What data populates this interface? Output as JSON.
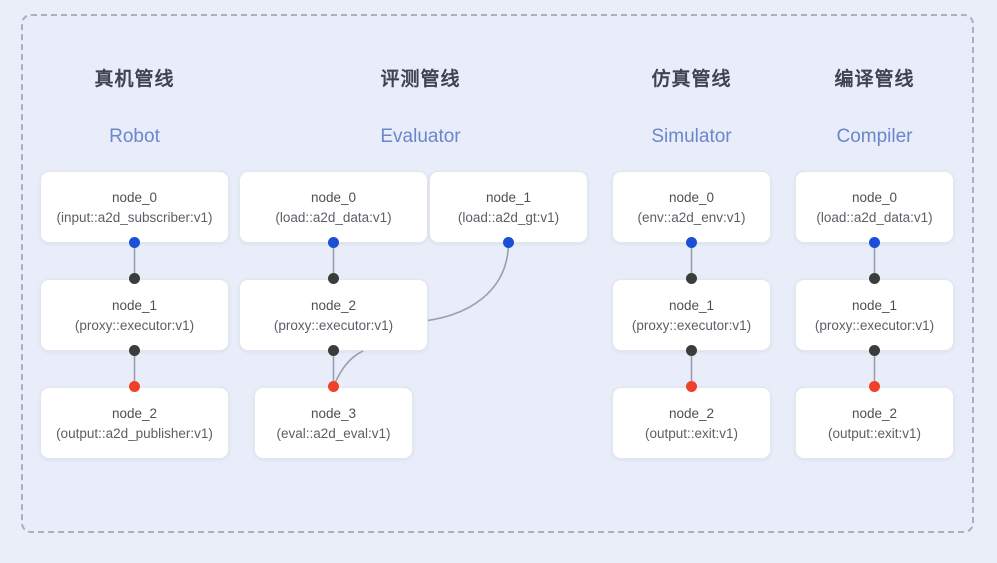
{
  "diagram": {
    "frame_style": "dashed",
    "background_color": "#eaeef8",
    "panel_color": "#e8edf9",
    "border_color": "#a9b0c4"
  },
  "palette": {
    "dot_output_blue": "#1a4fd6",
    "dot_link_dark": "#3c3c3c",
    "dot_input_red": "#f0402a",
    "title_cn_color": "#3e4450",
    "title_en_color": "#6a86cc",
    "node_text_color": "#4d5156",
    "edge_color": "#9aa0ab"
  },
  "columns": [
    {
      "id": "robot",
      "title_cn": "真机管线",
      "title_en": "Robot",
      "nodes": [
        {
          "id": "robot-node-0",
          "title": "node_0",
          "sub": "(input::a2d_subscriber:v1)"
        },
        {
          "id": "robot-node-1",
          "title": "node_1",
          "sub": "(proxy::executor:v1)"
        },
        {
          "id": "robot-node-2",
          "title": "node_2",
          "sub": "(output::a2d_publisher:v1)"
        }
      ]
    },
    {
      "id": "evaluator",
      "title_cn": "评测管线",
      "title_en": "Evaluator",
      "nodes": [
        {
          "id": "eval-node-0",
          "title": "node_0",
          "sub": "(load::a2d_data:v1)"
        },
        {
          "id": "eval-node-1",
          "title": "node_1",
          "sub": "(load::a2d_gt:v1)"
        },
        {
          "id": "eval-node-2",
          "title": "node_2",
          "sub": "(proxy::executor:v1)"
        },
        {
          "id": "eval-node-3",
          "title": "node_3",
          "sub": "(eval::a2d_eval:v1)"
        }
      ]
    },
    {
      "id": "simulator",
      "title_cn": "仿真管线",
      "title_en": "Simulator",
      "nodes": [
        {
          "id": "sim-node-0",
          "title": "node_0",
          "sub": "(env::a2d_env:v1)"
        },
        {
          "id": "sim-node-1",
          "title": "node_1",
          "sub": "(proxy::executor:v1)"
        },
        {
          "id": "sim-node-2",
          "title": "node_2",
          "sub": "(output::exit:v1)"
        }
      ]
    },
    {
      "id": "compiler",
      "title_cn": "编译管线",
      "title_en": "Compiler",
      "nodes": [
        {
          "id": "comp-node-0",
          "title": "node_0",
          "sub": "(load::a2d_data:v1)"
        },
        {
          "id": "comp-node-1",
          "title": "node_1",
          "sub": "(proxy::executor:v1)"
        },
        {
          "id": "comp-node-2",
          "title": "node_2",
          "sub": "(output::exit:v1)"
        }
      ]
    }
  ]
}
